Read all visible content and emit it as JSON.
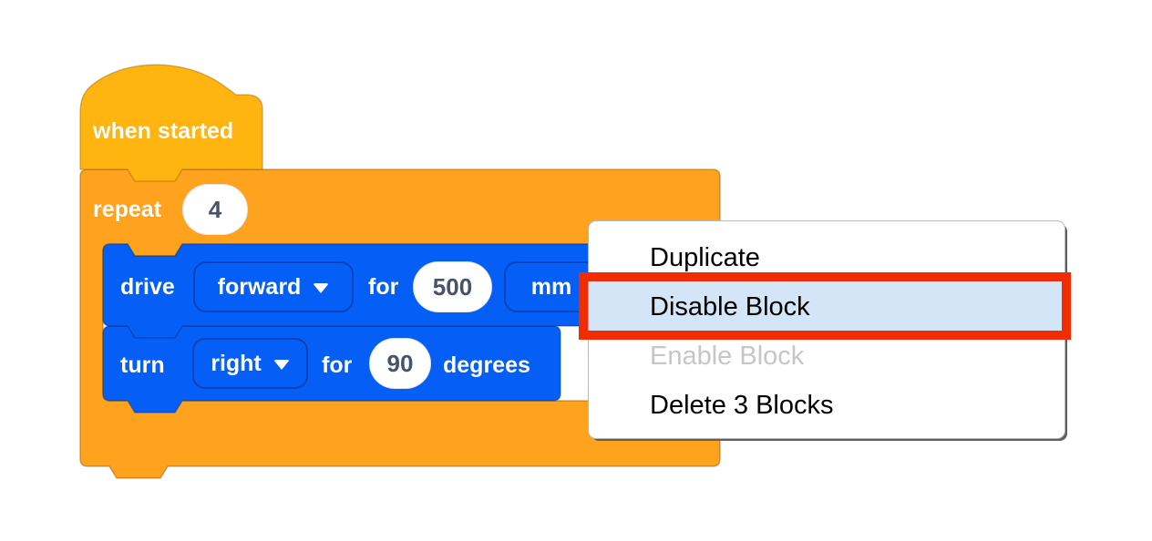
{
  "colors": {
    "hat_block": "#FFB410",
    "control_block": "#FFA21E",
    "drive_block": "#055FF7",
    "block_text": "#FFFFFF",
    "field_text": "#47536B",
    "menu_highlight": "#D3E5F6",
    "annotation_red": "#F32B00",
    "disabled_text": "#C6C6C6"
  },
  "blocks": {
    "hat": {
      "label": "when started"
    },
    "repeat": {
      "label": "repeat",
      "count": "4"
    },
    "drive": {
      "verb": "drive",
      "direction": "forward",
      "preposition": "for",
      "distance": "500",
      "unit": "mm"
    },
    "turn": {
      "verb": "turn",
      "direction": "right",
      "preposition": "for",
      "angle": "90",
      "unit": "degrees"
    }
  },
  "context_menu": {
    "items": [
      {
        "label": "Duplicate",
        "state": "normal"
      },
      {
        "label": "Disable Block",
        "state": "highlighted"
      },
      {
        "label": "Enable Block",
        "state": "disabled"
      },
      {
        "label": "Delete 3 Blocks",
        "state": "normal"
      }
    ]
  }
}
